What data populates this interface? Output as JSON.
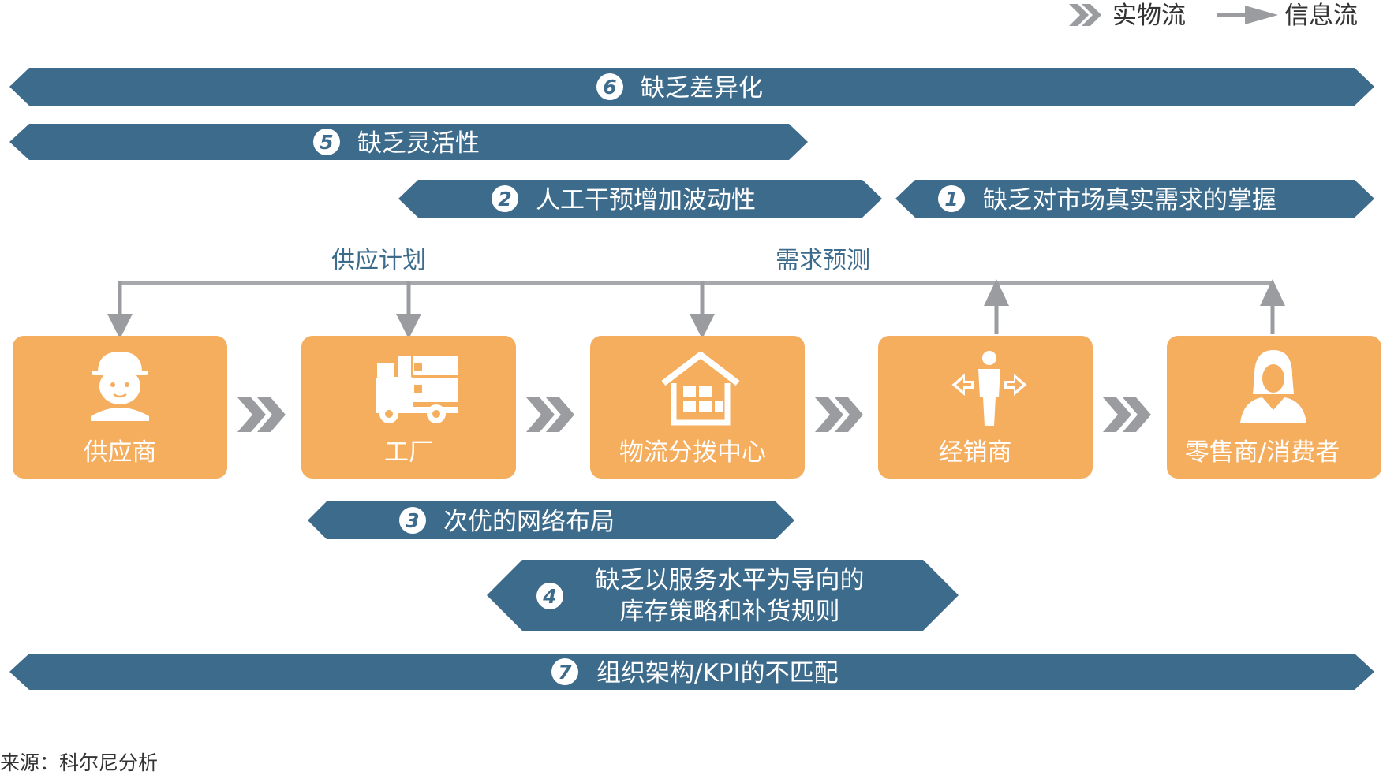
{
  "legend": {
    "physical_flow": "实物流",
    "info_flow": "信息流"
  },
  "banners": {
    "b6": {
      "num": "6",
      "text": "缺乏差异化"
    },
    "b5": {
      "num": "5",
      "text": "缺乏灵活性"
    },
    "b2": {
      "num": "2",
      "text": "人工干预增加波动性"
    },
    "b1": {
      "num": "1",
      "text": "缺乏对市场真实需求的掌握"
    },
    "b3": {
      "num": "3",
      "text": "次优的网络布局"
    },
    "b4": {
      "num": "4",
      "line1": "缺乏以服务水平为导向的",
      "line2": "库存策略和补货规则"
    },
    "b7": {
      "num": "7",
      "text": "组织架构/KPI的不匹配"
    }
  },
  "flow_labels": {
    "supply_plan": "供应计划",
    "demand_forecast": "需求预测"
  },
  "nodes": {
    "supplier": "供应商",
    "factory": "工厂",
    "dc": "物流分拨中心",
    "dealer": "经销商",
    "retail": "零售商/消费者"
  },
  "source": "来源：科尔尼分析",
  "colors": {
    "banner": "#3d6b8c",
    "node": "#f5ad5e",
    "arrow_gray": "#9a9c9f",
    "line_gray": "#a6a8ab"
  }
}
